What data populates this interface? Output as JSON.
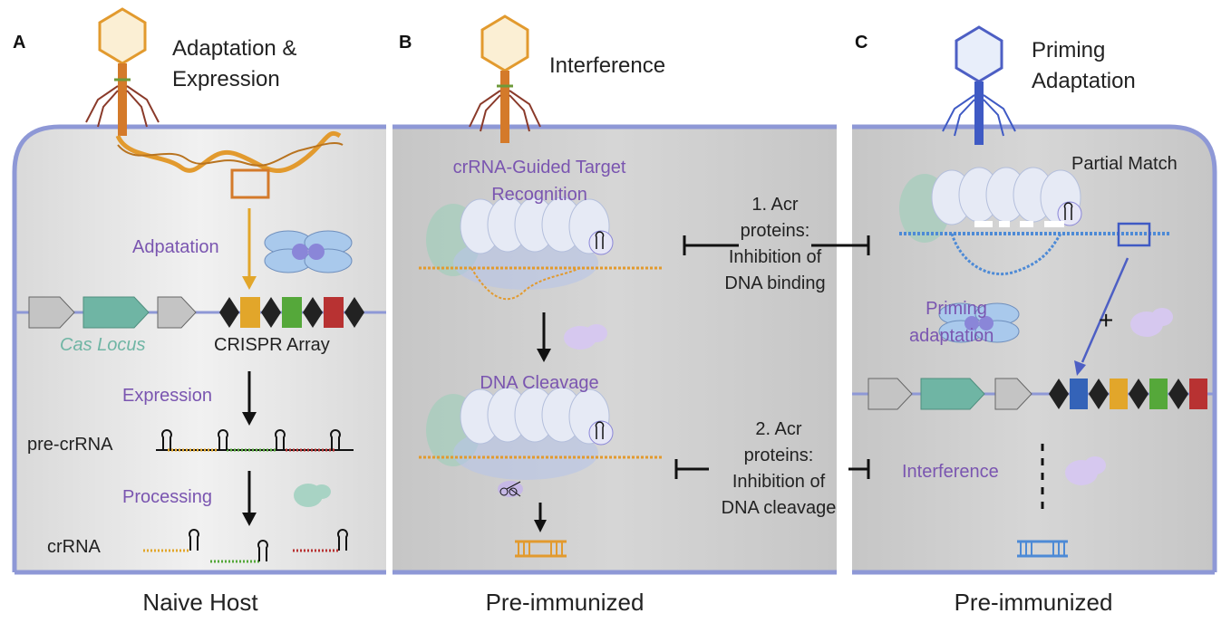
{
  "panels": {
    "a": {
      "letter": "A",
      "title_line1": "Adaptation &",
      "title_line2": "Expression",
      "step_adaptation": "Adpatation",
      "cas_locus": "Cas Locus",
      "crispr_array": "CRISPR Array",
      "step_expression": "Expression",
      "pre_crrna": "pre-crRNA",
      "step_processing": "Processing",
      "crrna": "crRNA",
      "host": "Naive Host"
    },
    "b": {
      "letter": "B",
      "title": "Interference",
      "recognition_line1": "crRNA-Guided Target",
      "recognition_line2": "Recognition",
      "cleavage": "DNA Cleavage",
      "host": "Pre-immunized"
    },
    "c": {
      "letter": "C",
      "title_line1": "Priming",
      "title_line2": "Adaptation",
      "partial_match": "Partial Match",
      "priming_line1": "Priming",
      "priming_line2": "adaptation",
      "plus": "+",
      "interference": "Interference",
      "host": "Pre-immunized"
    }
  },
  "acr": {
    "first": {
      "line1": "1. Acr",
      "line2": "proteins:",
      "line3": "Inhibition of",
      "line4": "DNA binding"
    },
    "second": {
      "line1": "2. Acr",
      "line2": "proteins:",
      "line3": "Inhibition of",
      "line4": "DNA cleavage"
    }
  },
  "colors": {
    "cell_fill_a": "#e9e9e9",
    "cell_fill_bc": "#cfcfcf",
    "cell_border": "#8e98d6",
    "phage_orange": "#e29a2e",
    "phage_blue": "#4d5fc4",
    "cas_teal": "#6fb5a4",
    "spacer_yellow": "#e2a62a",
    "spacer_green": "#55a83a",
    "spacer_red": "#b83232",
    "spacer_blue": "#3463b8",
    "label_purple": "#7a55b0"
  }
}
